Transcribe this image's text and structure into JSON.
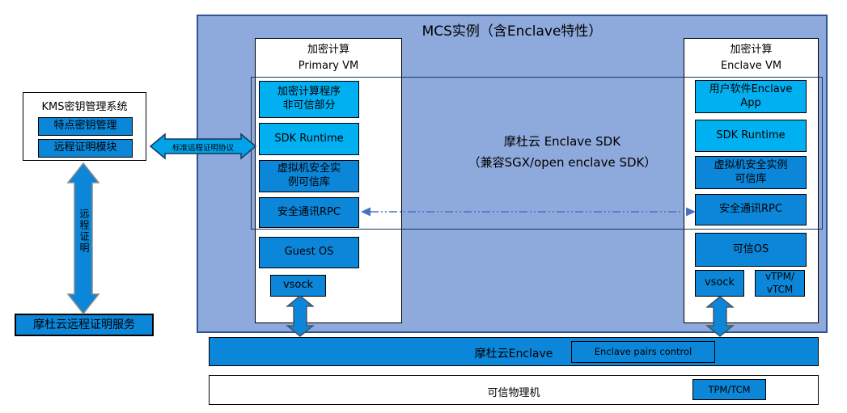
{
  "title": "MCS实例（含Enclave特性）",
  "colors": {
    "outer_fill": "#8EA9DB",
    "outer_border": "#2F5597",
    "light_cyan": "#00B0F0",
    "medium_blue": "#0B86D8",
    "dashed_connector": "#4472C4"
  },
  "kms": {
    "title": "KMS密钥管理系统",
    "buttons": [
      {
        "label": "特点密钥管理"
      },
      {
        "label": "远程证明模块"
      }
    ]
  },
  "labels": {
    "standard_protocol": "标准远程证明协议",
    "remote_attestation": "远程证明",
    "remote_service": "摩杜云远程证明服务"
  },
  "sdk": {
    "line1": "摩杜云 Enclave SDK",
    "line2": "（兼容SGX/open enclave SDK）"
  },
  "primary_vm": {
    "title_line1": "加密计算",
    "title_line2": "Primary VM",
    "boxes": [
      {
        "label": "加密计算程序\n非可信部分"
      },
      {
        "label": "SDK Runtime"
      },
      {
        "label": "虚拟机安全实\n例可信库"
      },
      {
        "label": "安全通讯RPC"
      },
      {
        "label": "Guest OS"
      },
      {
        "label": "vsock"
      }
    ]
  },
  "enclave_vm": {
    "title_line1": "加密计算",
    "title_line2": "Enclave VM",
    "boxes": [
      {
        "label": "用户软件Enclave\nApp"
      },
      {
        "label": "SDK Runtime"
      },
      {
        "label": "虚拟机安全实例\n可信库"
      },
      {
        "label": "安全通讯RPC"
      },
      {
        "label": "可信OS"
      },
      {
        "label": "vsock"
      },
      {
        "label": "vTPM/\nvTCM"
      }
    ]
  },
  "bottom": {
    "enclave_bar": "摩杜云Enclave",
    "pairs_control": "Enclave pairs control",
    "physical_bar": "可信物理机",
    "tpm": "TPM/TCM"
  }
}
